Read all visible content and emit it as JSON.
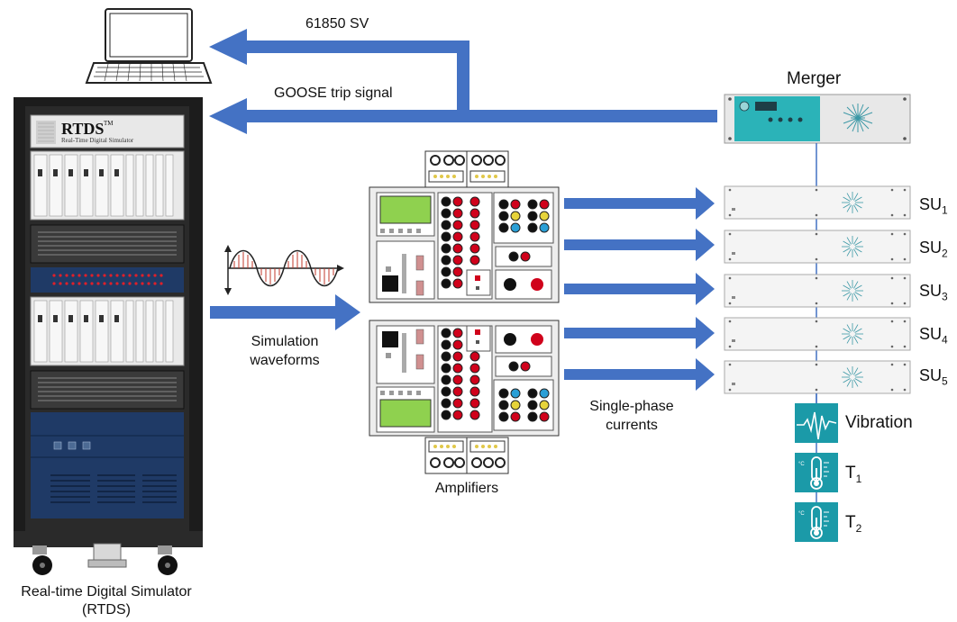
{
  "labels": {
    "sv": "61850 SV",
    "goose": "GOOSE trip signal",
    "merger": "Merger",
    "simulation_line1": "Simulation",
    "simulation_line2": "waveforms",
    "single_phase_line1": "Single-phase",
    "single_phase_line2": "currents",
    "amplifiers": "Amplifiers",
    "rtds_caption_line1": "Real-time Digital Simulator",
    "rtds_caption_line2": "(RTDS)",
    "rtds_brand": "RTDS",
    "rtds_tm": "TM",
    "rtds_subtitle": "Real-Time Digital Simulator"
  },
  "sampling_units": [
    {
      "name": "SU",
      "index": "1"
    },
    {
      "name": "SU",
      "index": "2"
    },
    {
      "name": "SU",
      "index": "3"
    },
    {
      "name": "SU",
      "index": "4"
    },
    {
      "name": "SU",
      "index": "5"
    }
  ],
  "sensors": {
    "vibration": "Vibration",
    "t1_name": "T",
    "t1_index": "1",
    "t2_name": "T",
    "t2_index": "2"
  },
  "colors": {
    "arrow": "#4472C4",
    "teal": "#1b9aa8",
    "rack": "#1c1c1c",
    "rack_blue": "#1f3a66",
    "amp_screen": "#8fd14f"
  }
}
